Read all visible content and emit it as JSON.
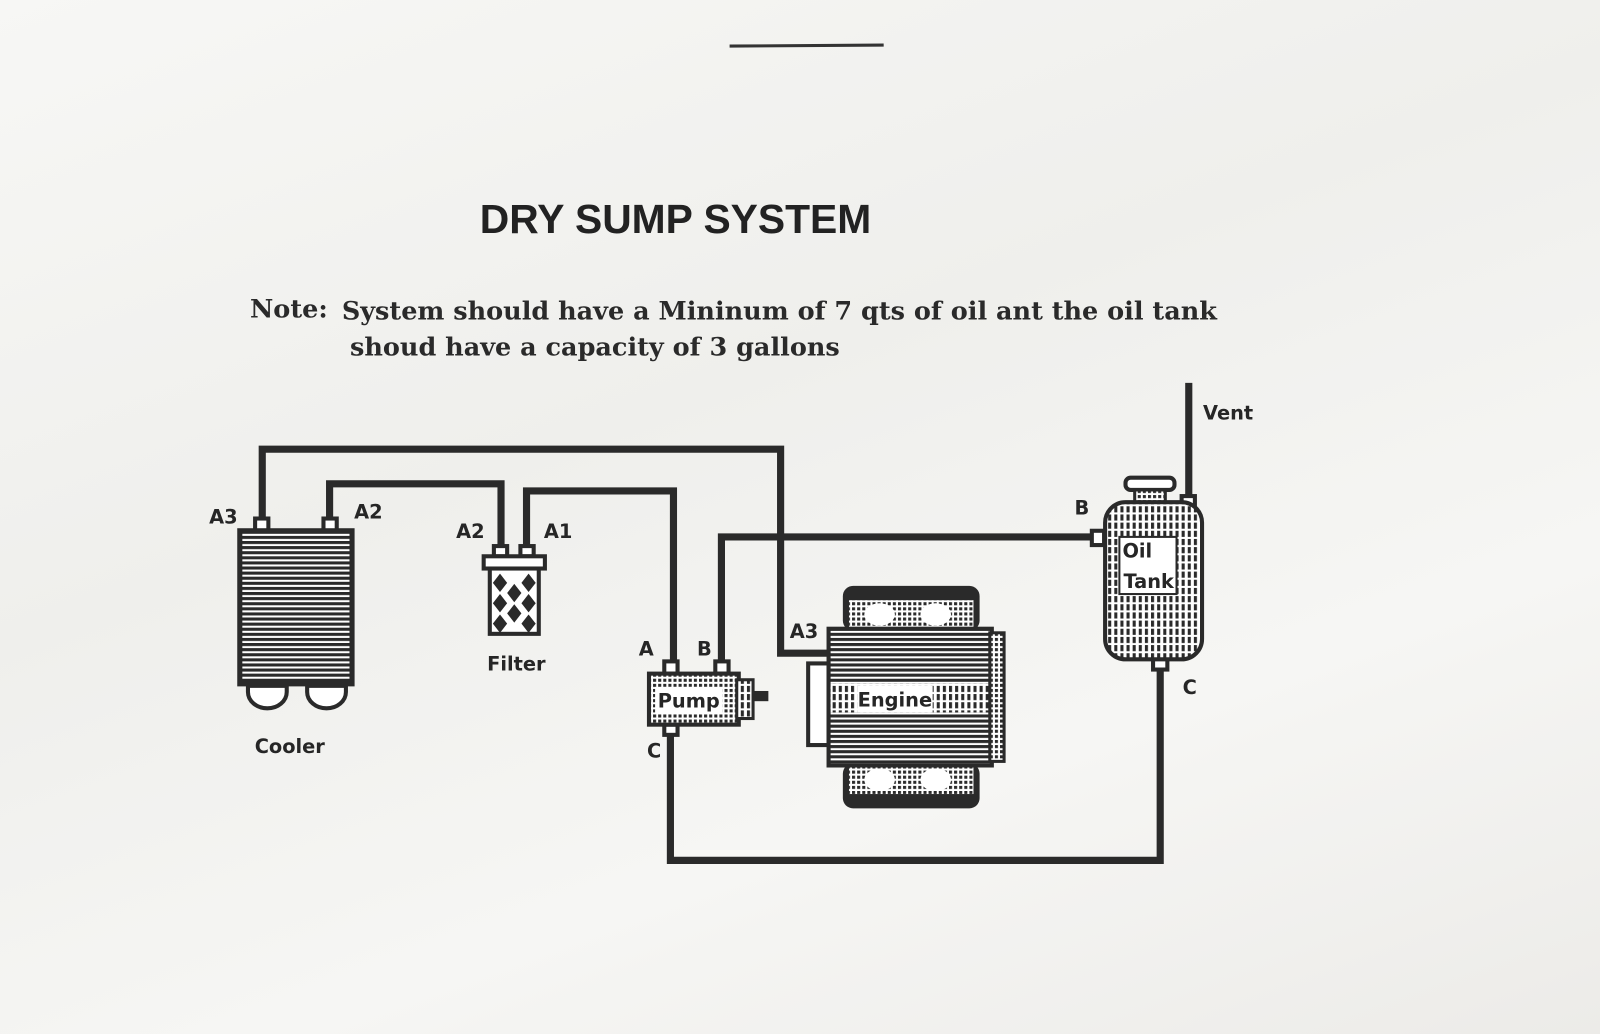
{
  "title": "DRY SUMP SYSTEM",
  "note": {
    "prefix": "Note:",
    "line1": "System should have a Mininum of 7 qts of oil ant the oil tank",
    "line2": "shoud have a capacity of 3 gallons"
  },
  "components": {
    "cooler": "Cooler",
    "filter": "Filter",
    "pump": "Pump",
    "engine": "Engine",
    "tank_line1": "Oil",
    "tank_line2": "Tank",
    "vent": "Vent"
  },
  "ports": {
    "cooler_a3": "A3",
    "cooler_a2": "A2",
    "filter_a2": "A2",
    "filter_a1": "A1",
    "pump_a": "A",
    "pump_b": "B",
    "pump_c": "C",
    "engine_a3": "A3",
    "tank_b": "B",
    "tank_c": "C"
  },
  "colors": {
    "ink": "#2a2a2a",
    "paper": "#f4f4f2"
  }
}
